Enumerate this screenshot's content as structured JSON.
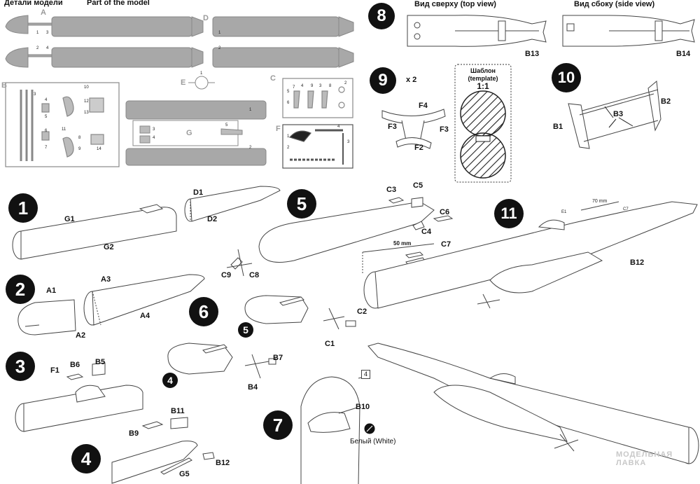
{
  "header": {
    "parts_ru": "Детали модели",
    "parts_en": "Part of the model"
  },
  "sprue_letters": [
    "A",
    "D",
    "E",
    "C",
    "B",
    "G",
    "F"
  ],
  "sprue_numbers": {
    "A": [
      "1",
      "3",
      "2",
      "4"
    ],
    "D": [
      "1",
      "2"
    ],
    "E": [
      "1"
    ],
    "G": [
      "3",
      "4",
      "5",
      "1",
      "2"
    ],
    "B": [
      "3",
      "4",
      "5",
      "6",
      "7",
      "8",
      "9",
      "10",
      "11",
      "12",
      "13",
      "14"
    ],
    "C": [
      "2",
      "3",
      "4",
      "5",
      "6",
      "7",
      "8",
      "9"
    ],
    "F": [
      "1",
      "2",
      "3",
      "4"
    ]
  },
  "steps": {
    "s1": {
      "number": "1",
      "labels": [
        "G1",
        "G2",
        "D1",
        "D2"
      ]
    },
    "s2": {
      "number": "2",
      "labels": [
        "A1",
        "A2",
        "A3",
        "A4"
      ]
    },
    "s3": {
      "number": "3",
      "labels": [
        "F1",
        "B6",
        "B5"
      ]
    },
    "s4": {
      "number": "4",
      "labels": [
        "B9",
        "B11",
        "B12",
        "G5"
      ]
    },
    "s5": {
      "number": "5",
      "labels": [
        "C3",
        "C5",
        "C6",
        "C4",
        "C7",
        "C8",
        "C9"
      ],
      "dimension": "50 mm"
    },
    "s6": {
      "number": "6",
      "labels": [
        "C2",
        "C1",
        "B7",
        "B4"
      ],
      "sub_refs": [
        "5",
        "4"
      ]
    },
    "s7": {
      "number": "7",
      "labels": [
        "B10"
      ],
      "color_ref": "Белый (White)",
      "box_ref": "4"
    },
    "s8": {
      "number": "8",
      "top_view": "Вид сверху (top view)",
      "side_view": "Вид сбоку (side view)",
      "labels": [
        "B13",
        "B14"
      ]
    },
    "s9": {
      "number": "9",
      "multiplier": "x 2",
      "labels": [
        "F4",
        "F3",
        "F3",
        "F2"
      ]
    },
    "s10": {
      "number": "10",
      "labels": [
        "B1",
        "B2",
        "B3"
      ]
    },
    "s11": {
      "number": "11",
      "labels": [
        "E1",
        "C7",
        "B12"
      ],
      "dimension": "70 mm"
    }
  },
  "template": {
    "title_ru": "Шаблон",
    "title_en": "(template)",
    "scale": "1:1"
  },
  "watermark": {
    "line1": "МОДЕЛЬНАЯ",
    "line2": "ЛАВКА"
  }
}
